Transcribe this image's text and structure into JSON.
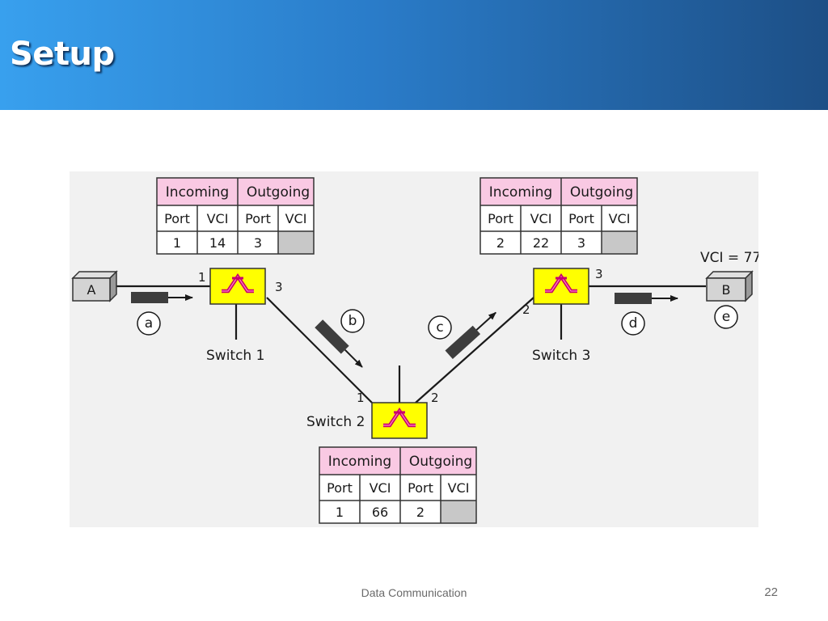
{
  "slide": {
    "title": "Setup",
    "footer": "Data Communication",
    "page_number": "22"
  },
  "diagram": {
    "vci_b": "VCI = 77",
    "hosts": {
      "a": "A",
      "b": "B"
    },
    "switches": [
      {
        "label": "Switch 1",
        "port_in": "1",
        "port_out": "3"
      },
      {
        "label": "Switch 2",
        "port_in": "1",
        "port_out": "2"
      },
      {
        "label": "Switch 3",
        "port_in": "2",
        "port_out": "3"
      }
    ],
    "steps": [
      "a",
      "b",
      "c",
      "d",
      "e"
    ],
    "table_headers": {
      "group": [
        "Incoming",
        "Outgoing"
      ],
      "cols": [
        "Port",
        "VCI",
        "Port",
        "VCI"
      ]
    },
    "tables": [
      {
        "in_port": "1",
        "in_vci": "14",
        "out_port": "3",
        "out_vci": ""
      },
      {
        "in_port": "1",
        "in_vci": "66",
        "out_port": "2",
        "out_vci": ""
      },
      {
        "in_port": "2",
        "in_vci": "22",
        "out_port": "3",
        "out_vci": ""
      }
    ],
    "colors": {
      "table_header_bg": "#f9c9e3",
      "empty_cell": "#c8c8c8",
      "switch_fill": "#ffff00",
      "switch_symbol": "#c8006e",
      "frame": "#555555"
    }
  }
}
